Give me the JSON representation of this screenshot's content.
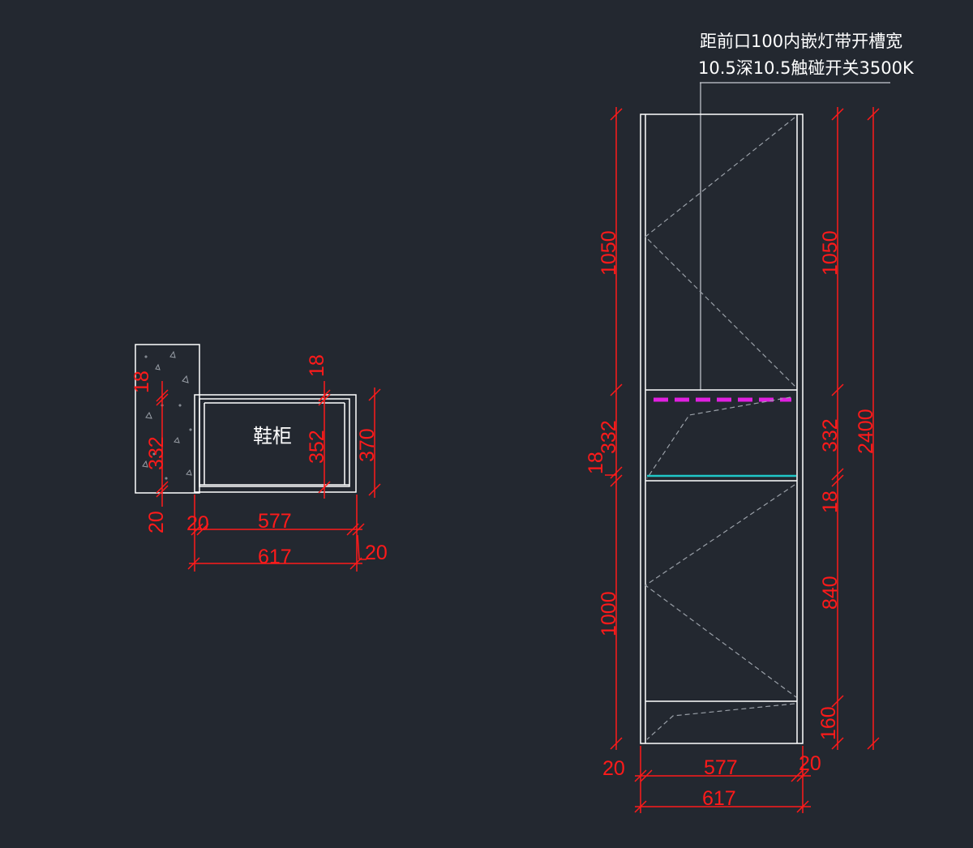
{
  "plan_view": {
    "cabinet_label": "鞋柜",
    "dims": {
      "wall_top_18": "18",
      "wall_332": "332",
      "wall_bottom_20": "20",
      "panel_top_18": "18",
      "inner_352": "352",
      "outer_370": "370",
      "left_20": "20",
      "width_577": "577",
      "right_20": "20",
      "width_617": "617"
    }
  },
  "elevation_view": {
    "note_line1": "距前口100内嵌灯带开槽宽",
    "note_line2": "10.5深10.5触碰开关3500K",
    "dims": {
      "left_1050": "1050",
      "left_332": "332",
      "left_18": "18",
      "left_1000": "1000",
      "right_1050": "1050",
      "right_332": "332",
      "right_18": "18",
      "right_840": "840",
      "right_160": "160",
      "total_2400": "2400",
      "bottom_left_20": "20",
      "bottom_577": "577",
      "bottom_right_20": "20",
      "bottom_617": "617"
    }
  },
  "colors": {
    "background": "#232830",
    "lines": "#ffffff",
    "dimensions": "#ff1a1a",
    "led_strip": "#e020e0",
    "glass_shelf": "#20c8c8",
    "hidden_lines": "#9aa0a8"
  }
}
